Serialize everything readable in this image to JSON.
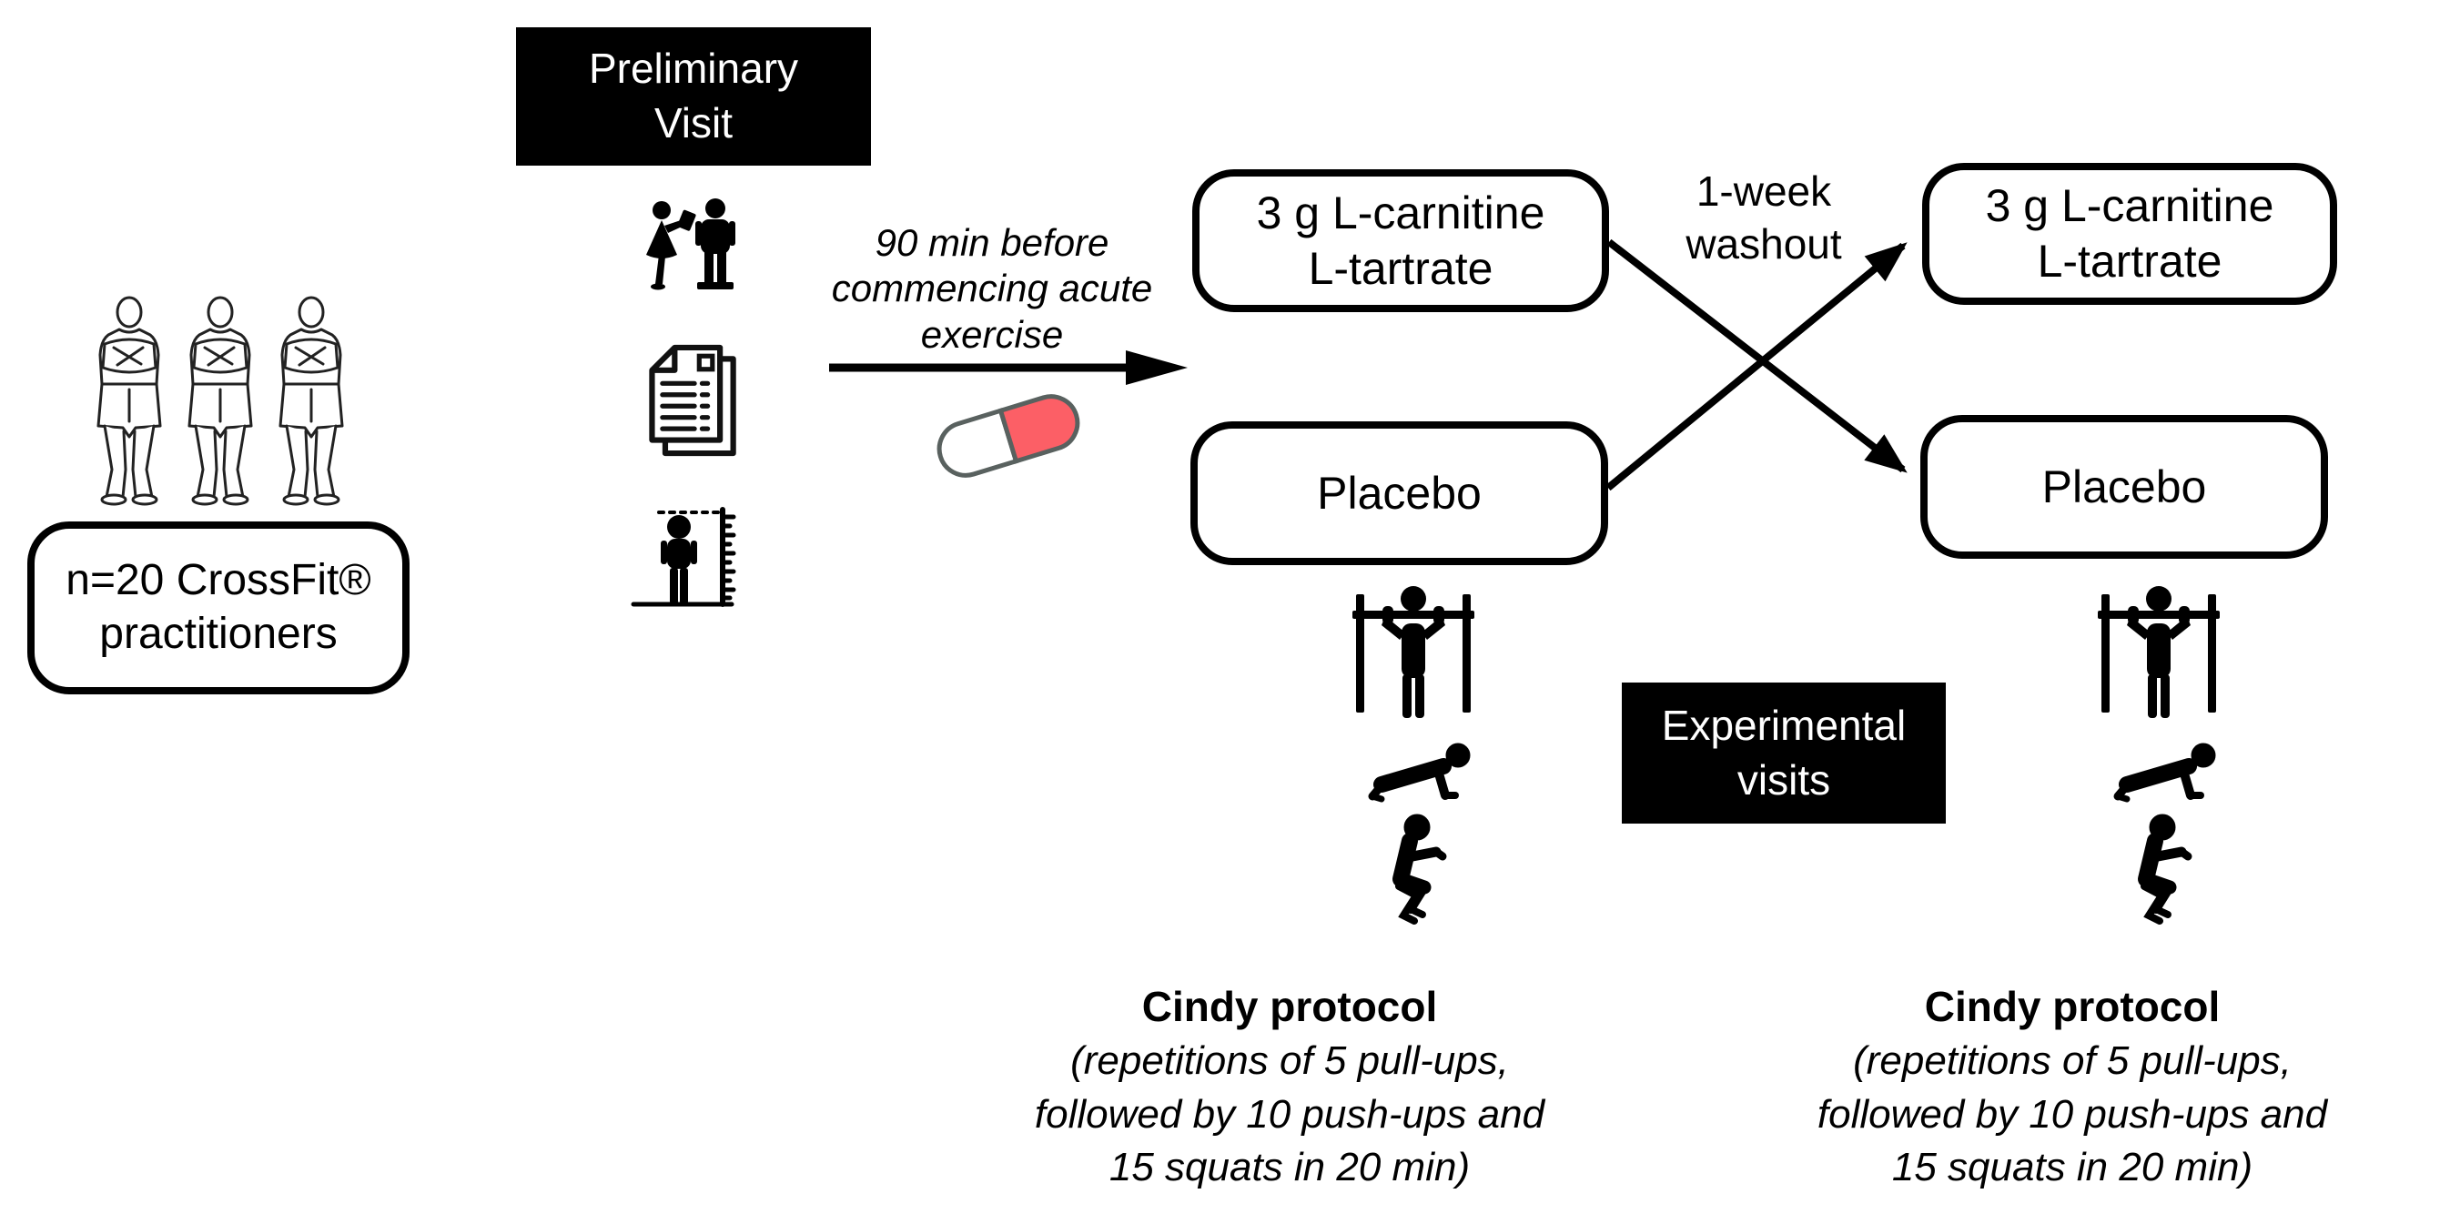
{
  "colors": {
    "ink": "#000000",
    "box_border": "#000000",
    "box_bg": "#ffffff",
    "ribbon_bg": "#000000",
    "ribbon_text": "#ffffff",
    "pill_red": "#fc5f66",
    "pill_outline": "#59615f"
  },
  "participants": {
    "line1": "n=20 CrossFit®",
    "line2": "practitioners"
  },
  "preliminary_visit": {
    "line1": "Preliminary",
    "line2": "Visit"
  },
  "timing_note": {
    "line1": "90 min before",
    "line2": "commencing acute",
    "line3": "exercise"
  },
  "supplement_box": {
    "line1": "3 g L-carnitine",
    "line2": "L-tartrate"
  },
  "placebo_box": {
    "label": "Placebo"
  },
  "washout": {
    "line1": "1-week",
    "line2": "washout"
  },
  "experimental_visits": {
    "line1": "Experimental",
    "line2": "visits"
  },
  "cindy": {
    "title": "Cindy protocol",
    "line1": "(repetitions of 5 pull-ups,",
    "line2": "followed by 10 push-ups and",
    "line3": "15 squats in 20 min)"
  },
  "icons": {
    "participant": "person-arms-crossed-outline",
    "interview": "interview-assessment",
    "documents": "questionnaire-documents",
    "height": "height-measurement",
    "capsule": "supplement-capsule",
    "pull_up": "pull-up-bar",
    "push_up": "push-up",
    "squat": "air-squat",
    "flow_arrow": "right-arrow",
    "crossover": "crossover-arrows"
  }
}
